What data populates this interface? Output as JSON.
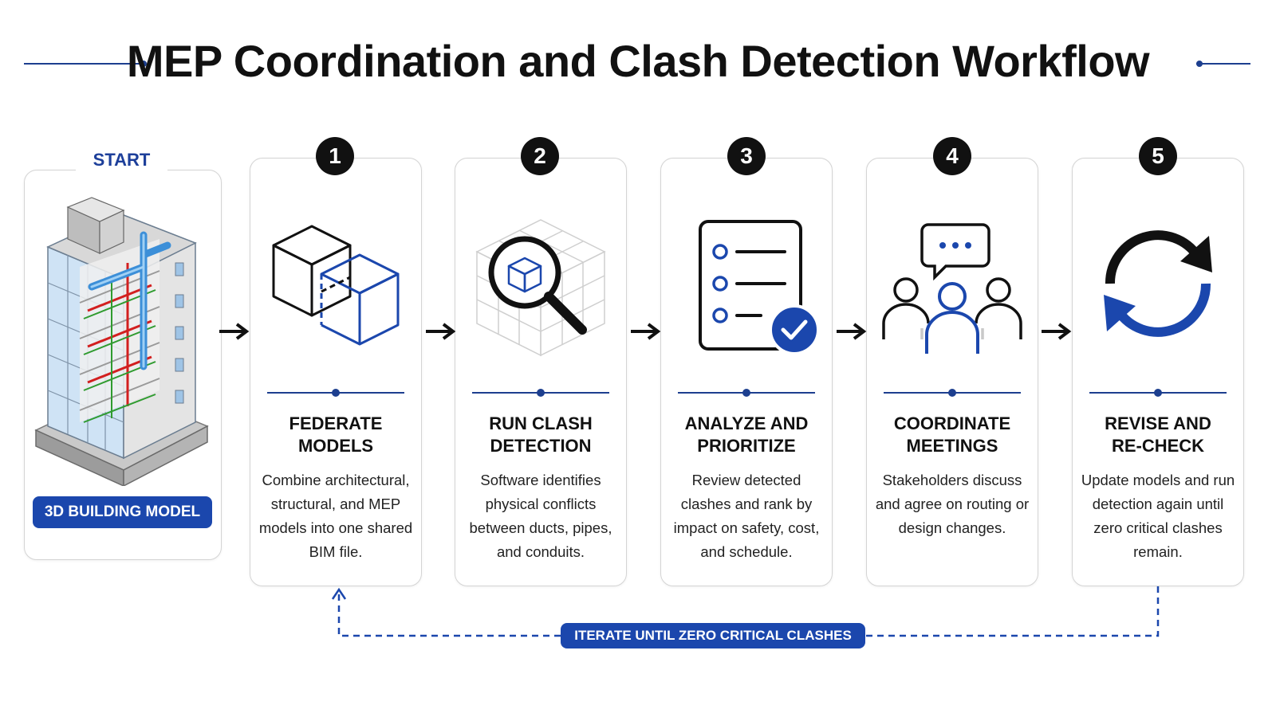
{
  "title": "MEP Coordination and Clash Detection Workflow",
  "start": {
    "label": "START",
    "badge": "3D BUILDING MODEL"
  },
  "steps": [
    {
      "number": "1",
      "title_line1": "FEDERATE MODELS",
      "title_line2": "",
      "description": "Combine architectural, structural, and MEP models into one shared BIM file.",
      "icon": "overlapping-cubes-icon"
    },
    {
      "number": "2",
      "title_line1": "RUN CLASH",
      "title_line2": "DETECTION",
      "description": "Software identifies physical conflicts between ducts, pipes, and conduits.",
      "icon": "magnifier-grid-icon"
    },
    {
      "number": "3",
      "title_line1": "ANALYZE AND",
      "title_line2": "PRIORITIZE",
      "description": "Review detected clashes and rank by impact on safety, cost, and schedule.",
      "icon": "checklist-icon"
    },
    {
      "number": "4",
      "title_line1": "COORDINATE",
      "title_line2": "MEETINGS",
      "description": "Stakeholders discuss and agree on routing or design changes.",
      "icon": "team-chat-icon"
    },
    {
      "number": "5",
      "title_line1": "REVISE AND",
      "title_line2": "RE-CHECK",
      "description": "Update models and run detection again until zero critical clashes remain.",
      "icon": "refresh-cycle-icon"
    }
  ],
  "loop_label": "ITERATE UNTIL ZERO CRITICAL CLASHES",
  "colors": {
    "accent": "#1b47ad",
    "dark": "#111111",
    "border": "#d4d4d4"
  }
}
